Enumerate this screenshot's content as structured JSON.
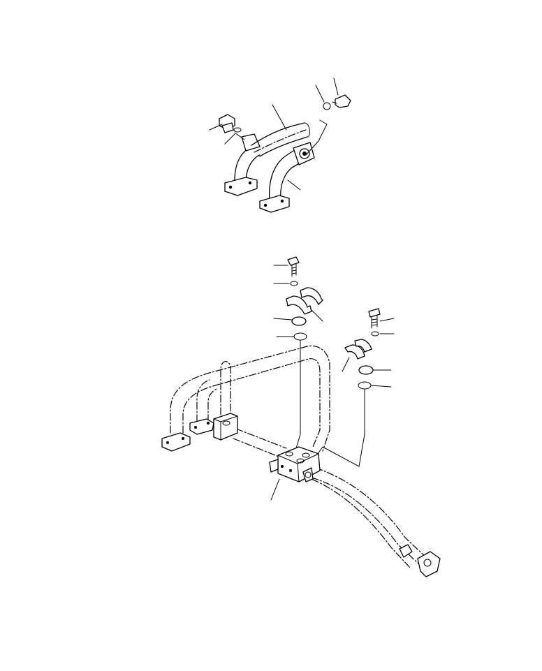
{
  "figure": {
    "background": "#ffffff",
    "line_color": "#000000",
    "views": [
      {
        "name": "upper-pipe-assembly",
        "callouts": 7
      },
      {
        "name": "lower-valve-piping-assembly",
        "callouts": 10
      }
    ]
  }
}
